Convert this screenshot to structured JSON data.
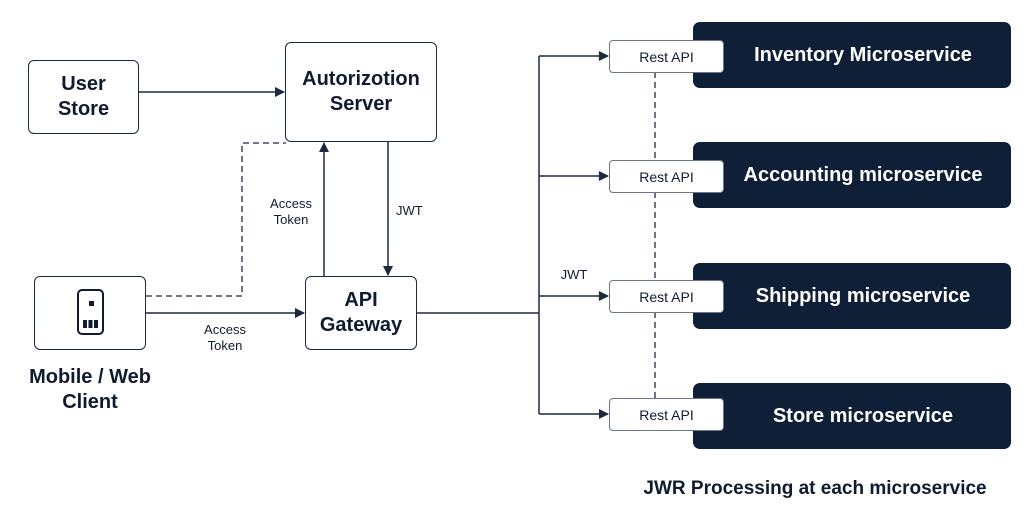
{
  "nodes": {
    "user_store": "User\nStore",
    "auth_server": "Autorizotion\nServer",
    "api_gateway": "API\nGateway",
    "client": "Mobile / Web\nClient"
  },
  "edge_labels": {
    "client_to_gateway": "Access\nToken",
    "gateway_to_auth": "Access\nToken",
    "auth_to_gateway": "JWT",
    "gateway_to_services": "JWT"
  },
  "services": [
    {
      "name": "Inventory Microservice",
      "api": "Rest API"
    },
    {
      "name": "Accounting microservice",
      "api": "Rest API"
    },
    {
      "name": "Shipping microservice",
      "api": "Rest API"
    },
    {
      "name": "Store microservice",
      "api": "Rest API"
    }
  ],
  "caption": "JWR Processing at each microservice",
  "colors": {
    "dark_box": "#0f1f38",
    "line": "#1b2a41",
    "text": "#0f1b2e"
  },
  "icons": {
    "client": "mobile-phone-icon"
  }
}
